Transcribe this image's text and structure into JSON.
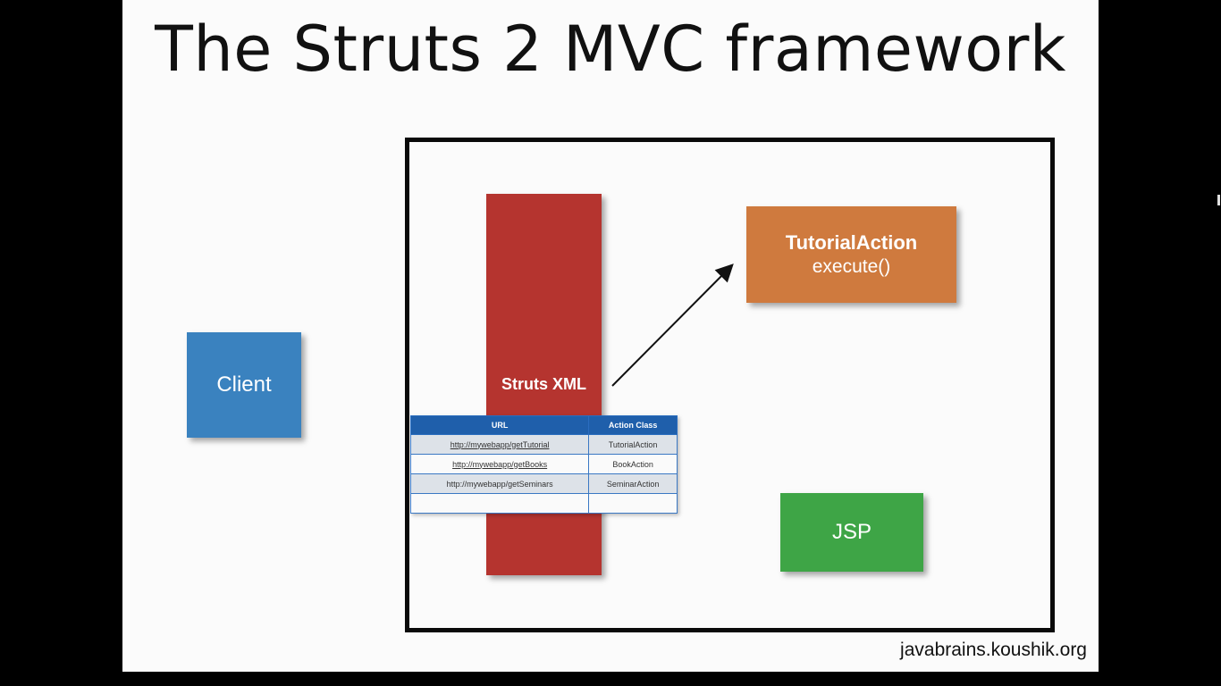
{
  "slide": {
    "title": "The Struts 2 MVC framework",
    "footer": "javabrains.koushik.org"
  },
  "diagram": {
    "client_label": "Client",
    "struts_label": "Struts XML",
    "action_name": "TutorialAction",
    "action_method": "execute()",
    "jsp_label": "JSP",
    "colors": {
      "client": "#3a82bf",
      "struts": "#b5342f",
      "action": "#cf7a3e",
      "jsp": "#3ea546",
      "table_header": "#1f5fab"
    }
  },
  "table": {
    "headers": [
      "URL",
      "Action Class"
    ],
    "rows": [
      [
        "http://mywebapp/getTutorial",
        "TutorialAction"
      ],
      [
        "http://mywebapp/getBooks",
        "BookAction"
      ],
      [
        "http://mywebapp/getSeminars",
        "SeminarAction"
      ],
      [
        "",
        ""
      ]
    ]
  }
}
